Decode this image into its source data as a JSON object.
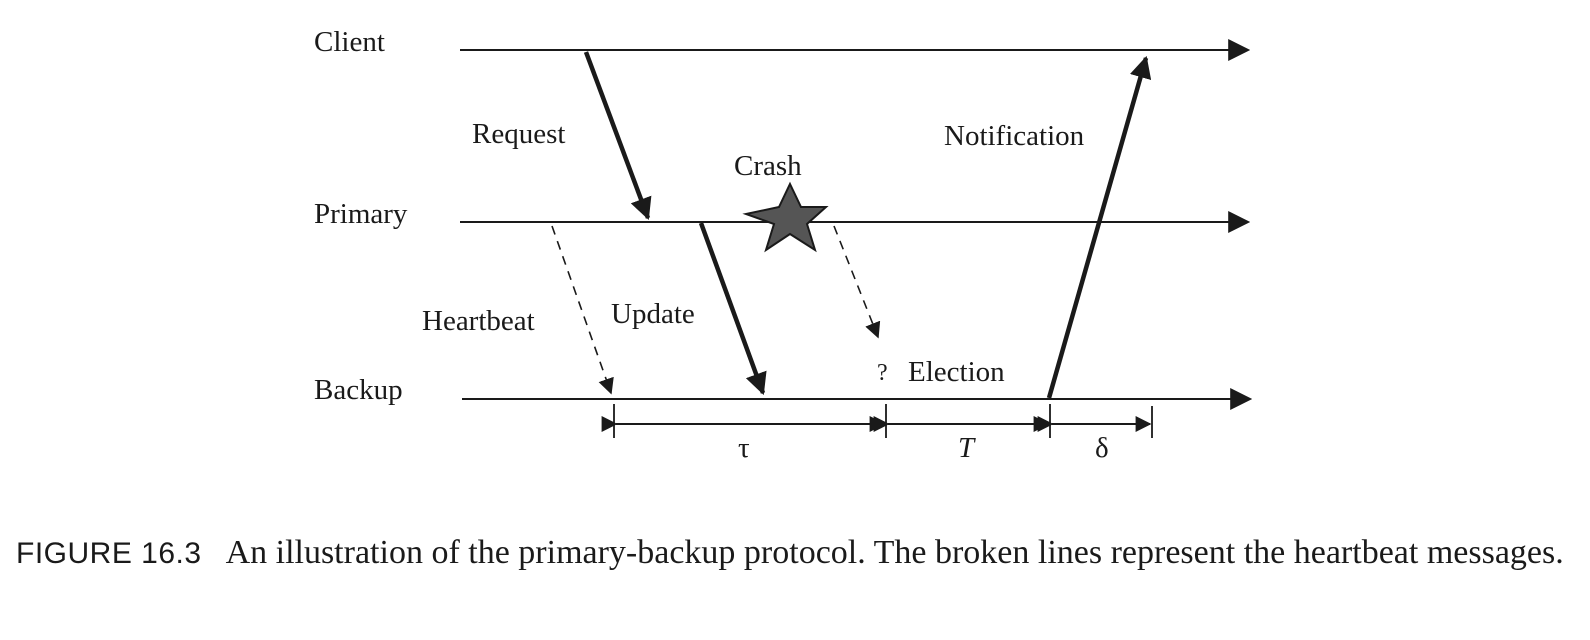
{
  "diagram": {
    "lanes": {
      "client": "Client",
      "primary": "Primary",
      "backup": "Backup"
    },
    "messages": {
      "request": "Request",
      "update": "Update",
      "heartbeat": "Heartbeat",
      "notification": "Notification",
      "election": "Election",
      "question": "?"
    },
    "events": {
      "crash": "Crash"
    },
    "intervals": {
      "tau": "τ",
      "T": "T",
      "delta": "δ"
    }
  },
  "caption": {
    "label": "FIGURE 16.3",
    "text": "An illustration of the primary-backup protocol. The broken lines represent the heartbeat messages."
  }
}
